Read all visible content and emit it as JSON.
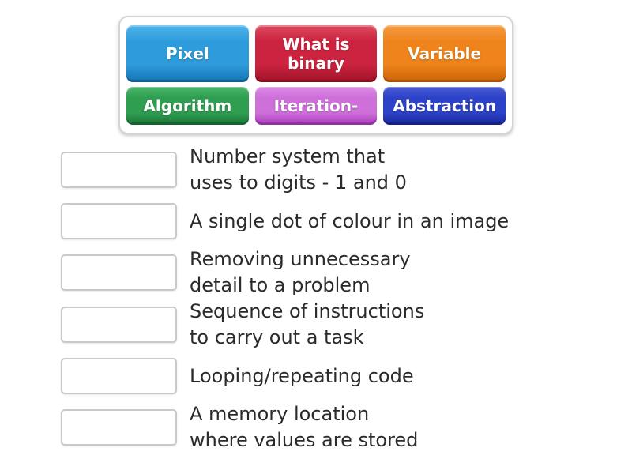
{
  "activity": {
    "type": "match-up"
  },
  "tiles": [
    {
      "label": "Pixel",
      "color_light": "#4fb2ea",
      "color_main": "#2e9cdc",
      "color_dark": "#1473b4"
    },
    {
      "label": "What is\nbinary",
      "color_light": "#dc4a5e",
      "color_main": "#cc2440",
      "color_dark": "#a11228"
    },
    {
      "label": "Variable",
      "color_light": "#f49b42",
      "color_main": "#ef841c",
      "color_dark": "#c96306"
    },
    {
      "label": "Algorithm",
      "color_light": "#4bb66a",
      "color_main": "#2f9e51",
      "color_dark": "#1b7437"
    },
    {
      "label": "Iteration-",
      "color_light": "#dd8ce6",
      "color_main": "#cf6fda",
      "color_dark": "#a93cba"
    },
    {
      "label": "Abstraction",
      "color_light": "#4a5cd6",
      "color_main": "#2c42c8",
      "color_dark": "#17279c"
    }
  ],
  "clues": [
    {
      "text": "Number system that\nuses to digits - 1 and 0"
    },
    {
      "text": "A single dot of colour in an image"
    },
    {
      "text": "Removing unnecessary\ndetail to a problem"
    },
    {
      "text": "Sequence of instructions\nto carry out a task"
    },
    {
      "text": "Looping/repeating code"
    },
    {
      "text": "A memory location\nwhere values are stored"
    }
  ]
}
